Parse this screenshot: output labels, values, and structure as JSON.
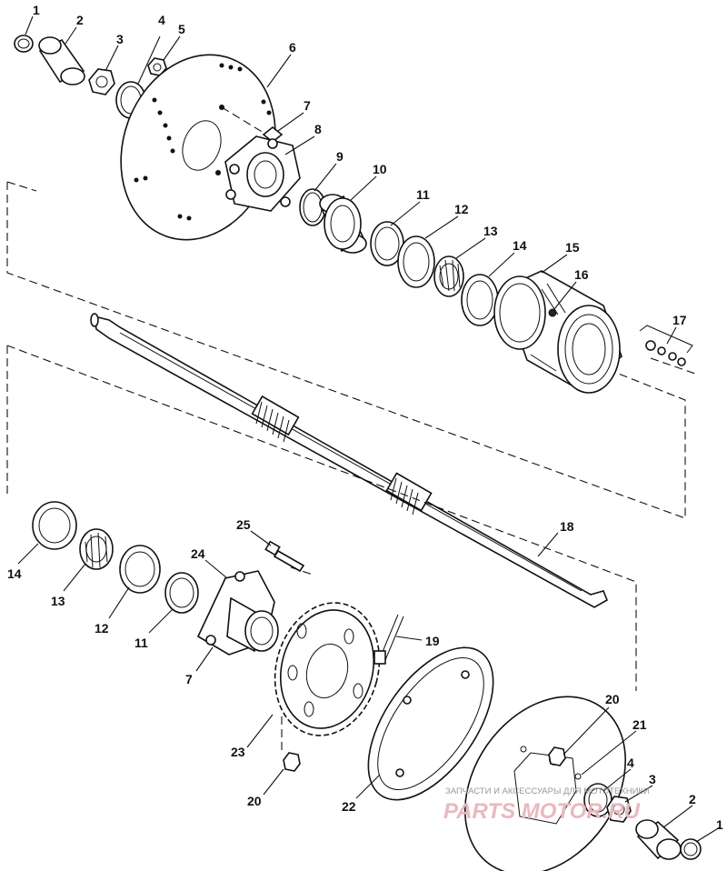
{
  "callouts": [
    {
      "label": "1"
    },
    {
      "label": "2"
    },
    {
      "label": "3"
    },
    {
      "label": "4"
    },
    {
      "label": "5"
    },
    {
      "label": "6"
    },
    {
      "label": "7"
    },
    {
      "label": "8"
    },
    {
      "label": "9"
    },
    {
      "label": "10"
    },
    {
      "label": "11"
    },
    {
      "label": "12"
    },
    {
      "label": "13"
    },
    {
      "label": "14"
    },
    {
      "label": "15"
    },
    {
      "label": "16"
    },
    {
      "label": "17"
    },
    {
      "label": "14"
    },
    {
      "label": "13"
    },
    {
      "label": "12"
    },
    {
      "label": "11"
    },
    {
      "label": "25"
    },
    {
      "label": "24"
    },
    {
      "label": "7"
    },
    {
      "label": "18"
    },
    {
      "label": "19"
    },
    {
      "label": "23"
    },
    {
      "label": "20"
    },
    {
      "label": "22"
    },
    {
      "label": "20"
    },
    {
      "label": "21"
    },
    {
      "label": "4"
    },
    {
      "label": "3"
    },
    {
      "label": "2"
    },
    {
      "label": "1"
    }
  ],
  "watermark": {
    "tagline": "ЗАПЧАСТИ И АКСЕССУАРЫ ДЛЯ МОТОТЕХНИКИ",
    "logo": "PARTS MOTOR.RU"
  },
  "colors": {
    "ink": "#111111",
    "watermark_logo": "#e9b9bd",
    "watermark_text": "#999999"
  }
}
